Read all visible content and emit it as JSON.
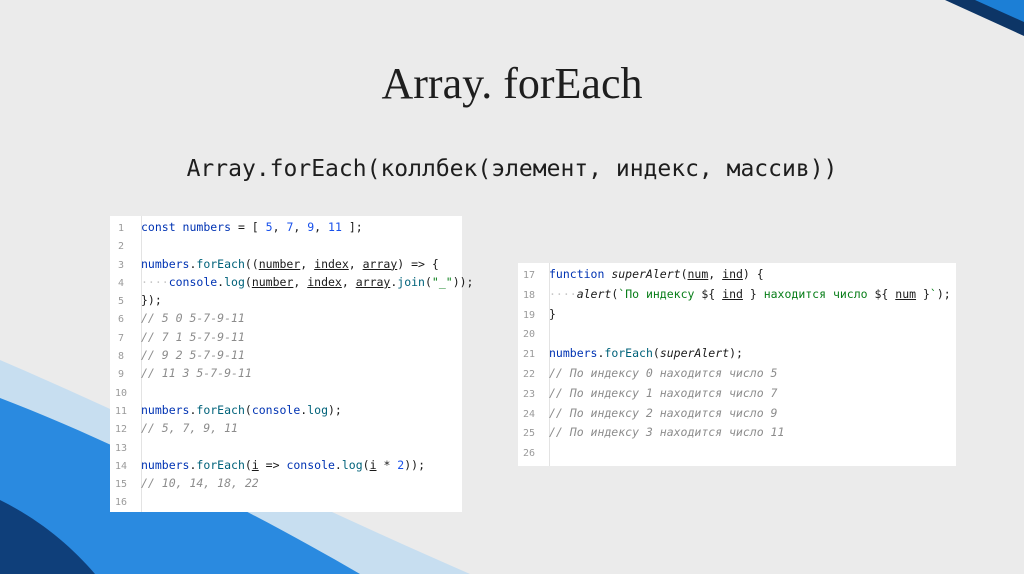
{
  "slide": {
    "title": "Array. forEach",
    "subtitle": "Array.forEach(коллбек(элемент, индекс, массив))"
  },
  "code_left": {
    "lines": [
      {
        "n": "1",
        "segments": [
          {
            "t": "const ",
            "c": "kw"
          },
          {
            "t": "numbers",
            "c": "kw"
          },
          {
            "t": " = [ "
          },
          {
            "t": "5",
            "c": "num"
          },
          {
            "t": ", "
          },
          {
            "t": "7",
            "c": "num"
          },
          {
            "t": ", "
          },
          {
            "t": "9",
            "c": "num"
          },
          {
            "t": ", "
          },
          {
            "t": "11",
            "c": "num"
          },
          {
            "t": " ];"
          }
        ]
      },
      {
        "n": "2",
        "segments": []
      },
      {
        "n": "3",
        "segments": [
          {
            "t": "numbers",
            "c": "kw"
          },
          {
            "t": "."
          },
          {
            "t": "forEach",
            "c": "fn"
          },
          {
            "t": "(("
          },
          {
            "t": "number",
            "c": "prm"
          },
          {
            "t": ", "
          },
          {
            "t": "index",
            "c": "prm"
          },
          {
            "t": ", "
          },
          {
            "t": "array",
            "c": "prm"
          },
          {
            "t": ") => {"
          }
        ]
      },
      {
        "n": "4",
        "segments": [
          {
            "t": "····",
            "c": "dots"
          },
          {
            "t": "console",
            "c": "kw"
          },
          {
            "t": "."
          },
          {
            "t": "log",
            "c": "fn"
          },
          {
            "t": "("
          },
          {
            "t": "number",
            "c": "prm"
          },
          {
            "t": ", "
          },
          {
            "t": "index",
            "c": "prm"
          },
          {
            "t": ", "
          },
          {
            "t": "array",
            "c": "prm"
          },
          {
            "t": "."
          },
          {
            "t": "join",
            "c": "fn"
          },
          {
            "t": "("
          },
          {
            "t": "\"_\"",
            "c": "str"
          },
          {
            "t": "));"
          }
        ]
      },
      {
        "n": "5",
        "segments": [
          {
            "t": "});"
          }
        ]
      },
      {
        "n": "6",
        "segments": [
          {
            "t": "// 5 0 5-7-9-11",
            "c": "cm"
          }
        ]
      },
      {
        "n": "7",
        "segments": [
          {
            "t": "// 7 1 5-7-9-11",
            "c": "cm"
          }
        ]
      },
      {
        "n": "8",
        "segments": [
          {
            "t": "// 9 2 5-7-9-11",
            "c": "cm"
          }
        ]
      },
      {
        "n": "9",
        "segments": [
          {
            "t": "// 11 3 5-7-9-11",
            "c": "cm"
          }
        ]
      },
      {
        "n": "10",
        "segments": []
      },
      {
        "n": "11",
        "segments": [
          {
            "t": "numbers",
            "c": "kw"
          },
          {
            "t": "."
          },
          {
            "t": "forEach",
            "c": "fn"
          },
          {
            "t": "("
          },
          {
            "t": "console",
            "c": "kw"
          },
          {
            "t": "."
          },
          {
            "t": "log",
            "c": "fn"
          },
          {
            "t": ");"
          }
        ]
      },
      {
        "n": "12",
        "segments": [
          {
            "t": "// 5, 7, 9, 11",
            "c": "cm"
          }
        ]
      },
      {
        "n": "13",
        "segments": []
      },
      {
        "n": "14",
        "segments": [
          {
            "t": "numbers",
            "c": "kw"
          },
          {
            "t": "."
          },
          {
            "t": "forEach",
            "c": "fn"
          },
          {
            "t": "("
          },
          {
            "t": "i",
            "c": "prm"
          },
          {
            "t": " => "
          },
          {
            "t": "console",
            "c": "kw"
          },
          {
            "t": "."
          },
          {
            "t": "log",
            "c": "fn"
          },
          {
            "t": "("
          },
          {
            "t": "i",
            "c": "prm"
          },
          {
            "t": " * "
          },
          {
            "t": "2",
            "c": "num"
          },
          {
            "t": "));"
          }
        ]
      },
      {
        "n": "15",
        "segments": [
          {
            "t": "// 10, 14, 18, 22",
            "c": "cm"
          }
        ]
      },
      {
        "n": "16",
        "segments": []
      }
    ]
  },
  "code_right": {
    "lines": [
      {
        "n": "17",
        "segments": [
          {
            "t": "function ",
            "c": "kw"
          },
          {
            "t": "superAlert",
            "c": "it"
          },
          {
            "t": "("
          },
          {
            "t": "num",
            "c": "prm"
          },
          {
            "t": ", "
          },
          {
            "t": "ind",
            "c": "prm"
          },
          {
            "t": ") {"
          }
        ]
      },
      {
        "n": "18",
        "segments": [
          {
            "t": "····",
            "c": "dots"
          },
          {
            "t": "alert",
            "c": "it"
          },
          {
            "t": "("
          },
          {
            "t": "`По индексу ",
            "c": "str"
          },
          {
            "t": "${ "
          },
          {
            "t": "ind",
            "c": "prm"
          },
          {
            "t": " }"
          },
          {
            "t": " находится число ",
            "c": "str"
          },
          {
            "t": "${ "
          },
          {
            "t": "num",
            "c": "prm"
          },
          {
            "t": " }"
          },
          {
            "t": "`",
            "c": "str"
          },
          {
            "t": ");"
          }
        ]
      },
      {
        "n": "19",
        "segments": [
          {
            "t": "}"
          }
        ]
      },
      {
        "n": "20",
        "segments": []
      },
      {
        "n": "21",
        "segments": [
          {
            "t": "numbers",
            "c": "kw"
          },
          {
            "t": "."
          },
          {
            "t": "forEach",
            "c": "fn"
          },
          {
            "t": "("
          },
          {
            "t": "superAlert",
            "c": "it"
          },
          {
            "t": ");"
          }
        ]
      },
      {
        "n": "22",
        "segments": [
          {
            "t": "// По индексу 0 находится число 5",
            "c": "cm"
          }
        ]
      },
      {
        "n": "23",
        "segments": [
          {
            "t": "// По индексу 1 находится число 7",
            "c": "cm"
          }
        ]
      },
      {
        "n": "24",
        "segments": [
          {
            "t": "// По индексу 2 находится число 9",
            "c": "cm"
          }
        ]
      },
      {
        "n": "25",
        "segments": [
          {
            "t": "// По индексу 3 находится число 11",
            "c": "cm"
          }
        ]
      },
      {
        "n": "26",
        "segments": []
      }
    ]
  },
  "colors": {
    "background": "#ebebeb",
    "accent_blue": "#1c7fd6",
    "accent_dark": "#0d3566",
    "accent_light": "#b9d7ee"
  }
}
